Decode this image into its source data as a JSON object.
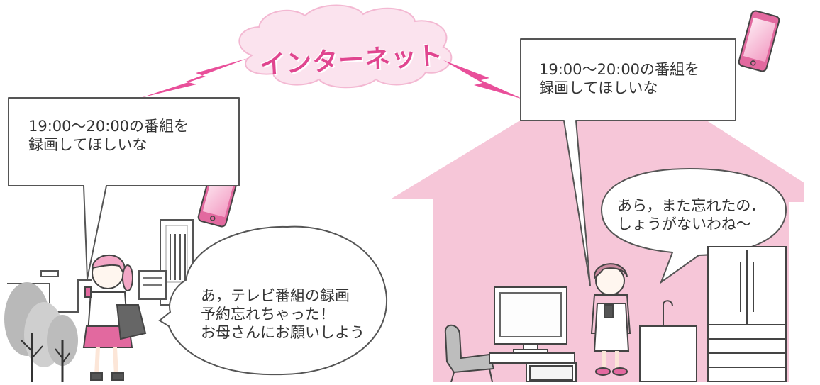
{
  "cloud": {
    "label": "インターネット"
  },
  "bubbles": {
    "daughter_message": "19:00～20:00の番組を\n録画してほしいな",
    "phone_message": "19:00～20:00の番組を\n録画してほしいな",
    "daughter_thought": "あ，テレビ番組の録画\n予約忘れちゃった！\nお母さんにお願いしよう",
    "mother_speech": "あら，また忘れたの．\nしょうがないわね～"
  },
  "colors": {
    "house": "#f6c6d8",
    "lightning": "#e94f9a",
    "cloud": "#fbe3ee",
    "phone": "#e2699f"
  },
  "icons": [
    "smartphone-icon",
    "lightning-icon",
    "cloud-icon",
    "house-icon",
    "tv-icon",
    "refrigerator-icon",
    "building-icon",
    "tree-icon"
  ]
}
